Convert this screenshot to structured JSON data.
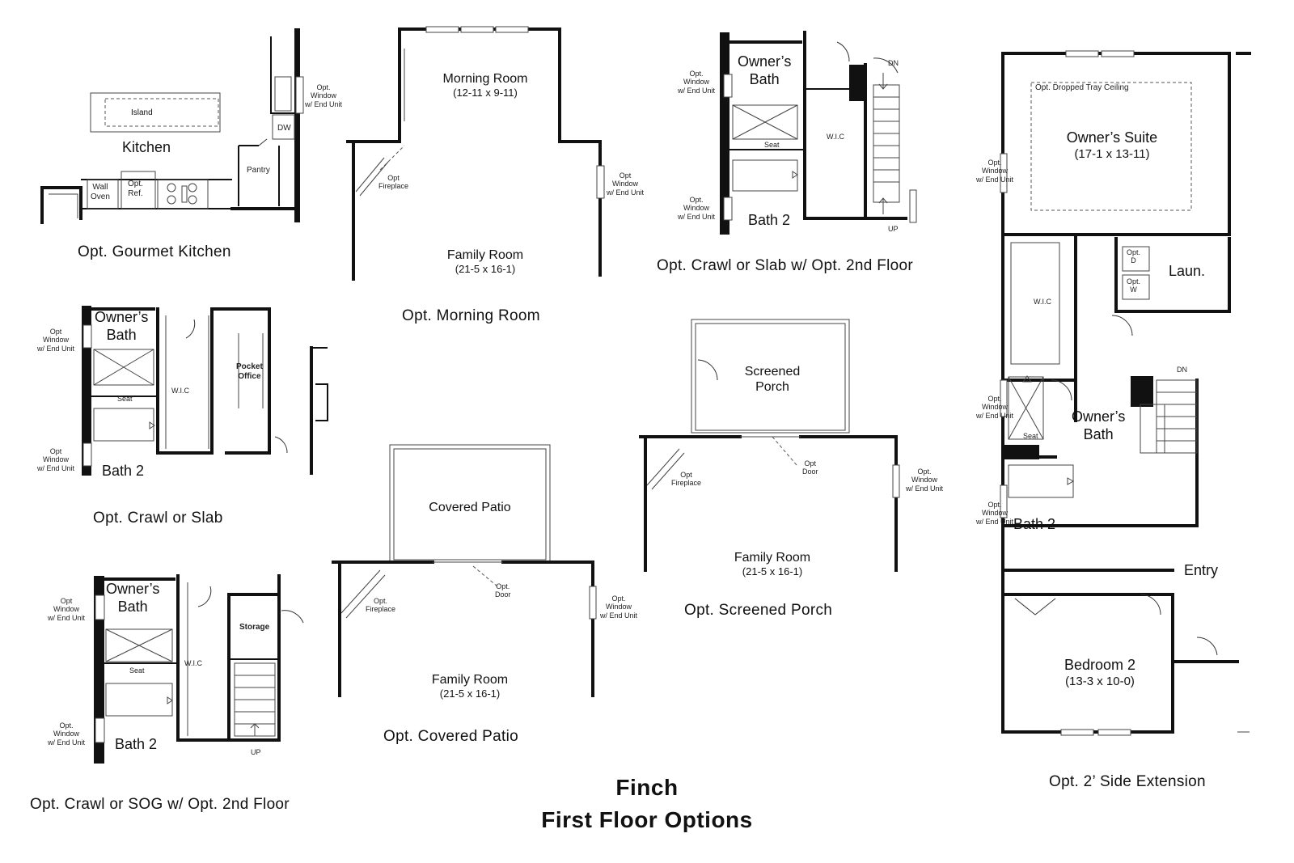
{
  "title": {
    "line1": "Finch",
    "line2": "First Floor Options"
  },
  "captions": {
    "gourmet_kitchen": "Opt. Gourmet Kitchen",
    "morning_room": "Opt. Morning Room",
    "crawl_2nd_floor": "Opt. Crawl or Slab w/ Opt. 2nd Floor",
    "crawl_slab": "Opt. Crawl or Slab",
    "screened_porch": "Opt. Screened Porch",
    "covered_patio": "Opt. Covered Patio",
    "crawl_sog_2nd": "Opt. Crawl or SOG w/ Opt. 2nd Floor",
    "side_extension": "Opt. 2’ Side Extension"
  },
  "kitchen": {
    "kitchen": "Kitchen",
    "island": "Island",
    "pantry": "Pantry",
    "dw": "DW",
    "wall_oven": [
      "Wall",
      "Oven"
    ],
    "opt_ref": [
      "Opt.",
      "Ref."
    ],
    "window": [
      "Opt.",
      "Window",
      "w/ End Unit"
    ]
  },
  "morning": {
    "room": "Morning Room",
    "room_dim": "(12-11 x 9-11)",
    "family": "Family Room",
    "family_dim": "(21-5 x 16-1)",
    "fireplace": [
      "Opt",
      "Fireplace"
    ],
    "window": [
      "Opt",
      "Window",
      "w/ End Unit"
    ]
  },
  "crawl2": {
    "owners_bath": [
      "Owner’s",
      "Bath"
    ],
    "bath2": "Bath 2",
    "wic": "W.I.C",
    "seat": "Seat",
    "dn": "DN",
    "up": "UP",
    "window_top": [
      "Opt.",
      "Window",
      "w/ End Unit"
    ],
    "window_bottom": [
      "Opt.",
      "Window",
      "w/ End Unit"
    ]
  },
  "crawlslab": {
    "owners_bath": [
      "Owner’s",
      "Bath"
    ],
    "bath2": "Bath 2",
    "wic": "W.I.C",
    "seat": "Seat",
    "pocket_office": [
      "Pocket",
      "Office"
    ],
    "window_top": [
      "Opt",
      "Window",
      "w/ End Unit"
    ],
    "window_bottom": [
      "Opt",
      "Window",
      "w/ End Unit"
    ]
  },
  "porch": {
    "screened": [
      "Screened",
      "Porch"
    ],
    "family": "Family Room",
    "family_dim": "(21-5 x 16-1)",
    "fireplace": [
      "Opt",
      "Fireplace"
    ],
    "door": [
      "Opt",
      "Door"
    ],
    "window": [
      "Opt.",
      "Window",
      "w/ End Unit"
    ]
  },
  "patio": {
    "covered": "Covered Patio",
    "family": "Family Room",
    "family_dim": "(21-5 x 16-1)",
    "fireplace": [
      "Opt.",
      "Fireplace"
    ],
    "door": [
      "Opt.",
      "Door"
    ],
    "window": [
      "Opt.",
      "Window",
      "w/ End Unit"
    ]
  },
  "sog": {
    "owners_bath": [
      "Owner’s",
      "Bath"
    ],
    "bath2": "Bath 2",
    "wic": "W.I.C",
    "seat": "Seat",
    "storage": "Storage",
    "up": "UP",
    "window_top": [
      "Opt",
      "Window",
      "w/ End Unit"
    ],
    "window_bottom": [
      "Opt.",
      "Window",
      "w/ End Unit"
    ]
  },
  "extension": {
    "tray": "Opt. Dropped Tray Ceiling",
    "suite": "Owner’s Suite",
    "suite_dim": "(17-1 x 13-11)",
    "wic": "W.I.C",
    "laun": "Laun.",
    "opt_d": [
      "Opt.",
      "D"
    ],
    "opt_w": [
      "Opt.",
      "W"
    ],
    "owners_bath": [
      "Owner’s",
      "Bath"
    ],
    "seat": "Seat",
    "dn": "DN",
    "bath2": "Bath 2",
    "entry": "Entry",
    "bedroom": "Bedroom 2",
    "bedroom_dim": "(13-3 x 10-0)",
    "window_1": [
      "Opt.",
      "Window",
      "w/ End Unit"
    ],
    "window_2": [
      "Opt.",
      "Window",
      "w/ End Unit"
    ],
    "window_3": [
      "Opt.",
      "Window",
      "w/ End Unit"
    ]
  }
}
